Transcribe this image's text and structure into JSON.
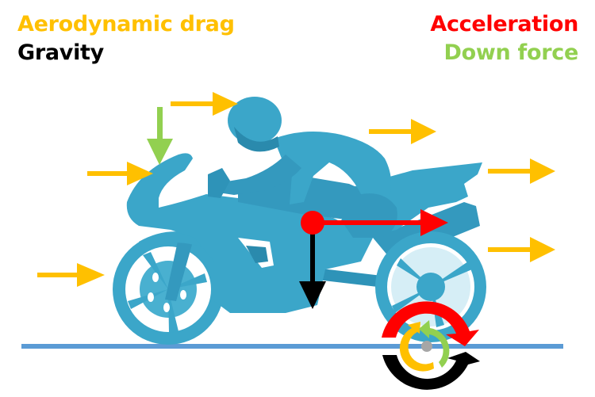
{
  "legend": {
    "aerodynamic_drag": {
      "label": "Aerodynamic drag",
      "color": "#FFC000"
    },
    "gravity": {
      "label": "Gravity",
      "color": "#000000"
    },
    "acceleration": {
      "label": "Acceleration",
      "color": "#FF0000"
    },
    "down_force": {
      "label": "Down force",
      "color": "#92D050"
    }
  },
  "colors": {
    "bike_body": "#3BA6C9",
    "bike_shade": "#2A8AAD",
    "ground_line": "#5B9BD5",
    "hub": "#A6A6A6"
  },
  "elements": {
    "drag_arrows_count": 6,
    "down_force_arrows_count": 1,
    "center_of_mass": "red dot with acceleration (right) and gravity (down) vectors",
    "rotation_indicator": "rear wheel contact rotation arrows: red, black, yellow, green"
  }
}
